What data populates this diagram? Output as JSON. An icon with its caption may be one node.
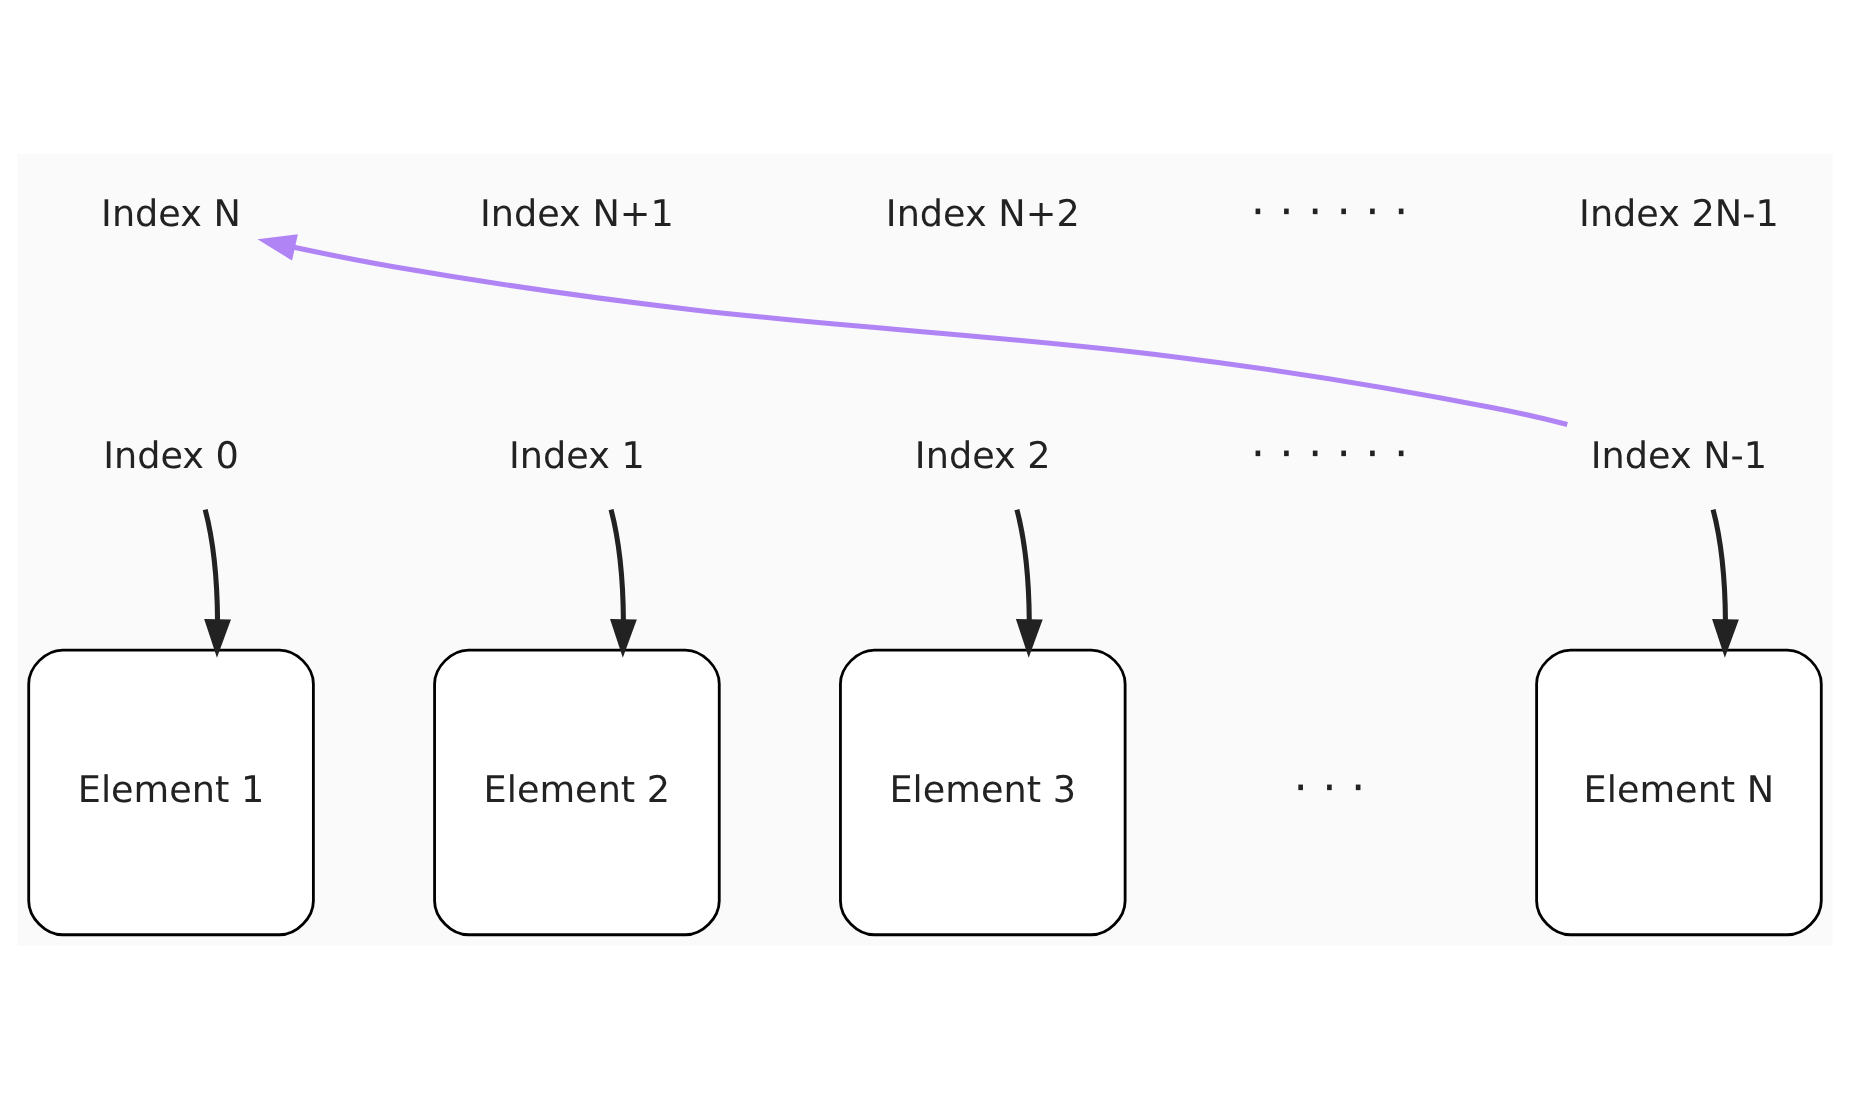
{
  "diagram": {
    "nodes": [
      {
        "text": [
          "Index N"
        ]
      },
      {
        "text": [
          "Index N+1"
        ]
      },
      {
        "text": [
          "Index N+2"
        ]
      },
      {
        "text": [
          "Index 2N-1"
        ]
      },
      {
        "text": [
          "Index 0"
        ]
      },
      {
        "text": [
          "Index 1"
        ]
      },
      {
        "text": [
          "Index 2"
        ]
      },
      {
        "text": [
          "Index N-1"
        ]
      },
      {
        "text": [
          "Element 1"
        ]
      },
      {
        "text": [
          "Element 2"
        ]
      },
      {
        "text": [
          "Element 3"
        ]
      },
      {
        "text": [
          "Element N"
        ]
      }
    ],
    "edges": [
      {
        "from": 7,
        "to": 0,
        "arrow": "to",
        "color": "#b084f5"
      },
      {
        "from": 4,
        "to": 8,
        "arrow": "to"
      },
      {
        "from": 5,
        "to": 9,
        "arrow": "to"
      },
      {
        "from": 6,
        "to": 10,
        "arrow": "to"
      },
      {
        "from": 7,
        "to": 11,
        "arrow": "to"
      }
    ],
    "labels": [
      "· · · · · ·",
      "· · · · · ·",
      "· · ·"
    ]
  }
}
